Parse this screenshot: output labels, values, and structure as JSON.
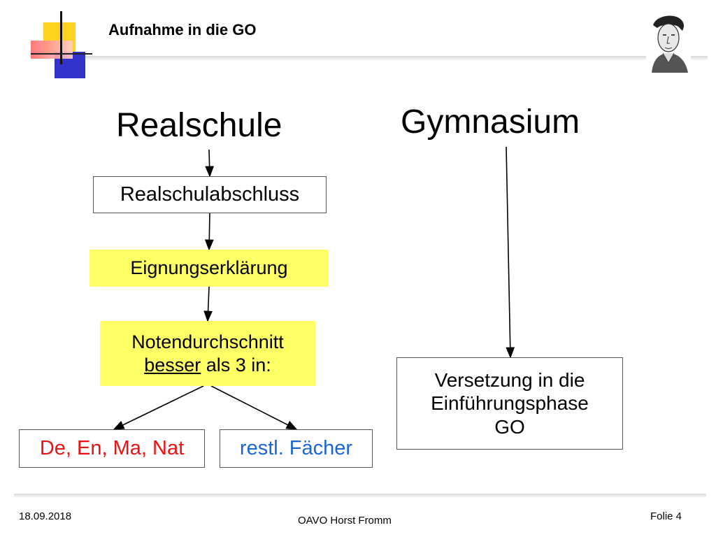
{
  "header": {
    "title": "Aufnahme in die GO"
  },
  "main": {
    "left_heading": "Realschule",
    "right_heading": "Gymnasium",
    "box_abschluss": "Realschulabschluss",
    "box_eignung": "Eignungserklärung",
    "box_noten_line1": "Notendurchschnitt",
    "box_noten_besser": "besser",
    "box_noten_rest": " als 3 in:",
    "box_faecher_core": "De, En, Ma, Nat",
    "box_faecher_rest": "restl. Fächer",
    "box_versetzung_line1": "Versetzung in die",
    "box_versetzung_line2": "Einführungsphase",
    "box_versetzung_line3": "GO"
  },
  "footer": {
    "date": "18.09.2018",
    "author": "OAVO Horst Fromm",
    "slide": "Folie 4"
  },
  "colors": {
    "yellow_box": "#ffff66",
    "red_text": "#ee1111",
    "blue_text": "#1a66d6"
  }
}
